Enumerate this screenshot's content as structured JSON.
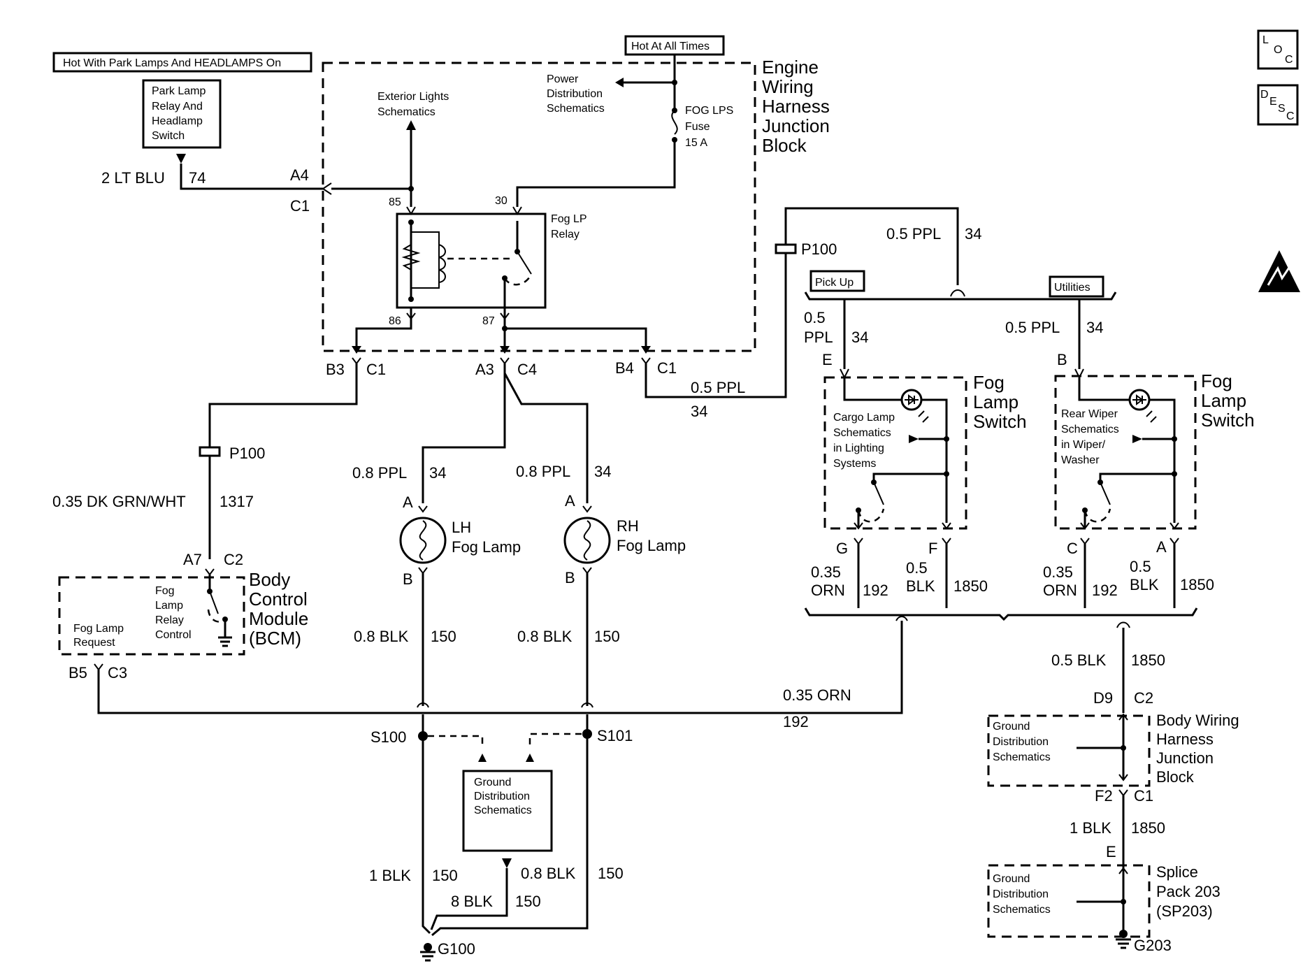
{
  "top": {
    "hot_park": "Hot With Park Lamps And HEADLAMPS On",
    "hot_all": "Hot At All Times"
  },
  "park_switch": [
    "Park Lamp",
    "Relay And",
    "Headlamp",
    "Switch"
  ],
  "wire_74": {
    "gauge": "2 LT BLU",
    "circuit": "74"
  },
  "conn": {
    "a4": "A4",
    "c1": "C1",
    "b3": "B3",
    "a3": "A3",
    "c4": "C4",
    "b4": "B4",
    "a7": "A7",
    "c2": "C2",
    "b5": "B5",
    "c3": "C3",
    "d9": "D9",
    "f2": "F2",
    "pin_85": "85",
    "pin_30": "30",
    "pin_86": "86",
    "pin_87": "87",
    "pin_a": "A",
    "pin_b": "B",
    "pin_e": "E",
    "pin_f": "F",
    "pin_g": "G",
    "pin_c": "C"
  },
  "engine_block": {
    "exterior": [
      "Exterior Lights",
      "Schematics"
    ],
    "power": [
      "Power",
      "Distribution",
      "Schematics"
    ],
    "fuse": [
      "FOG LPS",
      "Fuse",
      "15 A"
    ],
    "relay": [
      "Fog LP",
      "Relay"
    ],
    "title": [
      "Engine",
      "Wiring",
      "Harness",
      "Junction",
      "Block"
    ]
  },
  "p100": "P100",
  "wires": {
    "ppl_05": "0.5 PPL",
    "ppl_08": "0.8 PPL",
    "c34": "34",
    "grn": "0.35 DK GRN/WHT",
    "c1317": "1317",
    "blk_08": "0.8 BLK",
    "c150": "150",
    "orn_035": "0.35 ORN",
    "c192": "192",
    "blk_1": "1 BLK",
    "blk_8": "8 BLK",
    "blk_05": "0.5 BLK",
    "c1850": "1850",
    "g035": "0.35",
    "orn": "ORN",
    "g05": "0.5",
    "blk": "BLK",
    "ppl": "PPL"
  },
  "lamps": {
    "lh": [
      "LH",
      "Fog Lamp"
    ],
    "rh": [
      "RH",
      "Fog Lamp"
    ]
  },
  "bcm": {
    "request": [
      "Fog Lamp",
      "Request"
    ],
    "relay_ctrl": [
      "Fog",
      "Lamp",
      "Relay",
      "Control"
    ],
    "title": [
      "Body",
      "Control",
      "Module",
      "(BCM)"
    ]
  },
  "tags": {
    "pickup": "Pick Up",
    "utilities": "Utilities"
  },
  "switch_left": {
    "cargo": [
      "Cargo Lamp",
      "Schematics",
      "in Lighting",
      "Systems"
    ],
    "title": [
      "Fog",
      "Lamp",
      "Switch"
    ]
  },
  "switch_right": {
    "wiper": [
      "Rear Wiper",
      "Schematics",
      "in Wiper/",
      "Washer"
    ],
    "title": [
      "Fog",
      "Lamp",
      "Switch"
    ]
  },
  "splices": {
    "s100": "S100",
    "s101": "S101"
  },
  "ground_dist": [
    "Ground",
    "Distribution",
    "Schematics"
  ],
  "grounds": {
    "g100": "G100",
    "g203": "G203"
  },
  "body_block": [
    "Body Wiring",
    "Harness",
    "Junction",
    "Block"
  ],
  "splice_pack": [
    "Splice",
    "Pack 203",
    "(SP203)"
  ],
  "icons": [
    "loc-icon",
    "desc-icon",
    "esd-warning-icon"
  ]
}
